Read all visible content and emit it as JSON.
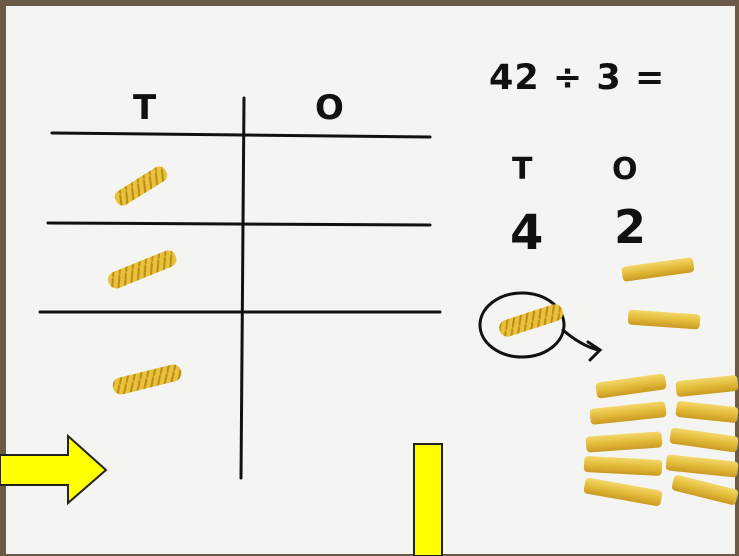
{
  "place_value_table": {
    "headers": [
      "T",
      "O"
    ]
  },
  "equation": {
    "text": "42 ÷ 3 ="
  },
  "number_columns": {
    "tens_label": "T",
    "ones_label": "O",
    "tens_digit": "4",
    "ones_digit": "2"
  },
  "manipulatives": {
    "tens_pieces_in_table": 3,
    "tens_piece_circled": 1,
    "ones_pieces_near_digits": 2,
    "ones_pieces_exchanged": 10
  },
  "colors": {
    "pasta": "#e9c13b",
    "arrow": "#ffff00",
    "ink": "#111111",
    "paper": "#f4f5f2"
  },
  "icons": [
    "right-arrow-icon",
    "down-arrow-icon",
    "curved-arrow-icon"
  ]
}
